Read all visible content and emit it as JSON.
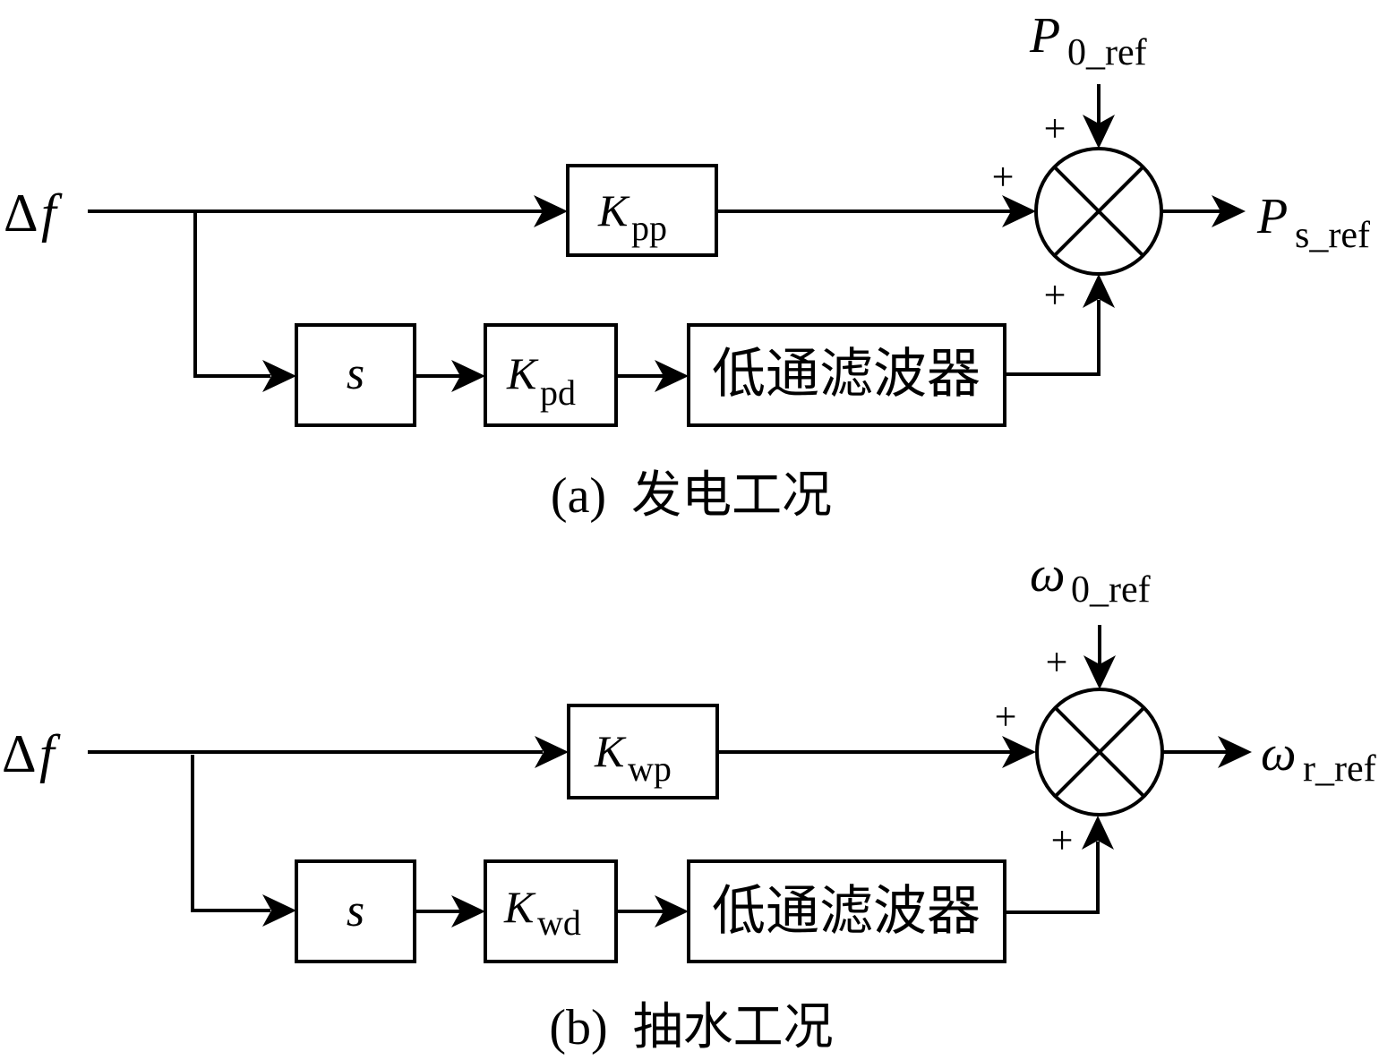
{
  "diagram": {
    "panels": [
      {
        "id": "a",
        "input_label": {
          "main": "Δ",
          "var": "f"
        },
        "proportional_block": {
          "main": "K",
          "sub": "pp"
        },
        "derivative_block": "s",
        "derivative_gain_block": {
          "main": "K",
          "sub": "pd"
        },
        "filter_block": "低通滤波器",
        "sum_signs": {
          "top": "+",
          "left": "+",
          "bottom": "+"
        },
        "reference_input": {
          "main": "P",
          "sub": "0_ref"
        },
        "output": {
          "main": "P",
          "sub": "s_ref"
        },
        "caption": "(a)  发电工况"
      },
      {
        "id": "b",
        "input_label": {
          "main": "Δ",
          "var": "f"
        },
        "proportional_block": {
          "main": "K",
          "sub": "wp"
        },
        "derivative_block": "s",
        "derivative_gain_block": {
          "main": "K",
          "sub": "wd"
        },
        "filter_block": "低通滤波器",
        "sum_signs": {
          "top": "+",
          "left": "+",
          "bottom": "+"
        },
        "reference_input": {
          "main": "ω",
          "sub": "0_ref"
        },
        "output": {
          "main": "ω",
          "sub": "r_ref"
        },
        "caption": "(b)  抽水工况"
      }
    ]
  }
}
